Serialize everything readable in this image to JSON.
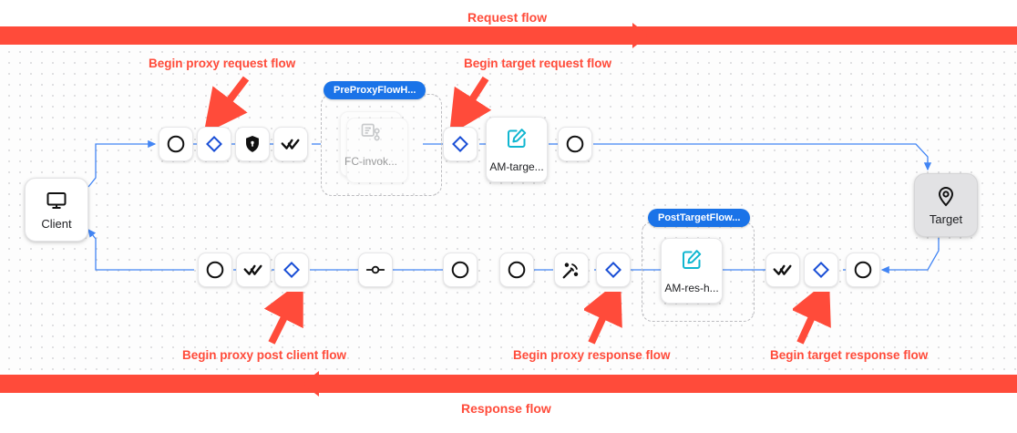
{
  "flows": {
    "request_label": "Request flow",
    "response_label": "Response flow",
    "accent_color": "#ff4b3a",
    "wire_color": "#4285f4"
  },
  "annotations": [
    {
      "id": "begin-proxy-request-flow",
      "text": "Begin proxy request flow"
    },
    {
      "id": "begin-target-request-flow",
      "text": "Begin target request flow"
    },
    {
      "id": "begin-proxy-post-client-flow",
      "text": "Begin proxy post client flow"
    },
    {
      "id": "begin-proxy-response-flow",
      "text": "Begin proxy response flow"
    },
    {
      "id": "begin-target-response-flow",
      "text": "Begin target response flow"
    }
  ],
  "endpoints": {
    "client": {
      "label": "Client",
      "icon": "monitor-icon"
    },
    "target": {
      "label": "Target",
      "icon": "location-pin-icon"
    }
  },
  "flow_groups": [
    {
      "id": "pre-proxy-flow-hooks",
      "tag": "PreProxyFlowH...",
      "policy": {
        "label": "FC-invok...",
        "icon": "function-callout-icon",
        "enabled": false
      }
    },
    {
      "id": "post-target-flow-hooks",
      "tag": "PostTargetFlow...",
      "policy": {
        "label": "AM-res-h...",
        "icon": "assign-message-icon",
        "enabled": true
      }
    }
  ],
  "policies": [
    {
      "id": "am-target",
      "label": "AM-targe...",
      "icon": "assign-message-icon",
      "enabled": true
    }
  ],
  "request_row_nodes": [
    {
      "id": "proxy-request-start",
      "icon": "circle-icon"
    },
    {
      "id": "proxy-request-flow-anchor",
      "icon": "diamond-icon"
    },
    {
      "id": "security-policy-node",
      "icon": "shield-lock-icon"
    },
    {
      "id": "proxy-request-end",
      "icon": "double-check-icon"
    },
    {
      "id": "target-request-flow-anchor",
      "icon": "diamond-icon"
    },
    {
      "id": "target-request-end",
      "icon": "circle-icon"
    }
  ],
  "response_row_nodes": [
    {
      "id": "post-client-start",
      "icon": "circle-icon"
    },
    {
      "id": "post-client-check",
      "icon": "double-check-icon"
    },
    {
      "id": "proxy-post-client-flow-anchor",
      "icon": "diamond-icon"
    },
    {
      "id": "error-node",
      "icon": "node-dot-icon"
    },
    {
      "id": "proxy-response-start",
      "icon": "circle-icon"
    },
    {
      "id": "proxy-response-mid",
      "icon": "circle-icon"
    },
    {
      "id": "broadcast-node",
      "icon": "satellite-dish-icon"
    },
    {
      "id": "proxy-response-flow-anchor",
      "icon": "diamond-icon"
    },
    {
      "id": "target-response-check",
      "icon": "double-check-icon"
    },
    {
      "id": "target-response-flow-anchor",
      "icon": "diamond-icon"
    },
    {
      "id": "target-response-start",
      "icon": "circle-icon"
    }
  ]
}
